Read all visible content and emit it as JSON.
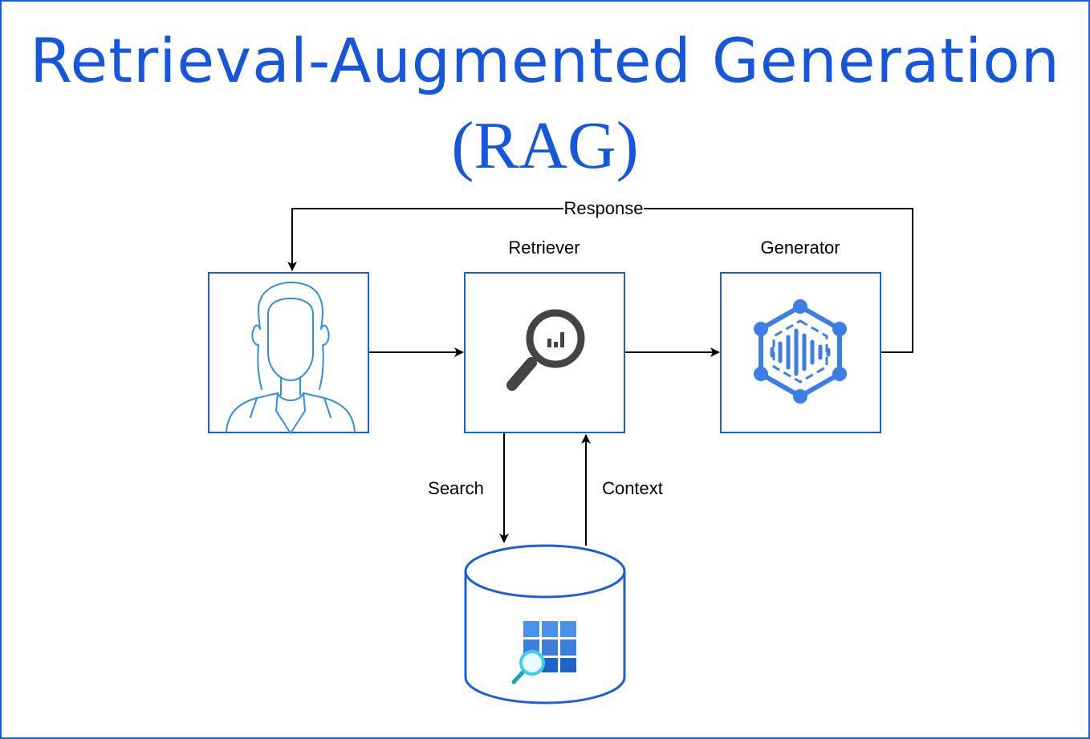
{
  "title": "Retrieval-Augmented Generation",
  "subtitle": "(RAG)",
  "nodes": {
    "retriever_label": "Retriever",
    "generator_label": "Generator"
  },
  "edges": {
    "response_label": "Response",
    "search_label": "Search",
    "context_label": "Context"
  },
  "icons": {
    "user": "user-icon",
    "retriever": "search-analytics-icon",
    "generator": "ai-model-icon",
    "database": "database-search-icon"
  },
  "colors": {
    "title": "#1456de",
    "box_border": "#1a5fd6",
    "user_stroke": "#2f8fe0",
    "generator_icon": "#3b7ee8",
    "arrows": "#000000"
  }
}
